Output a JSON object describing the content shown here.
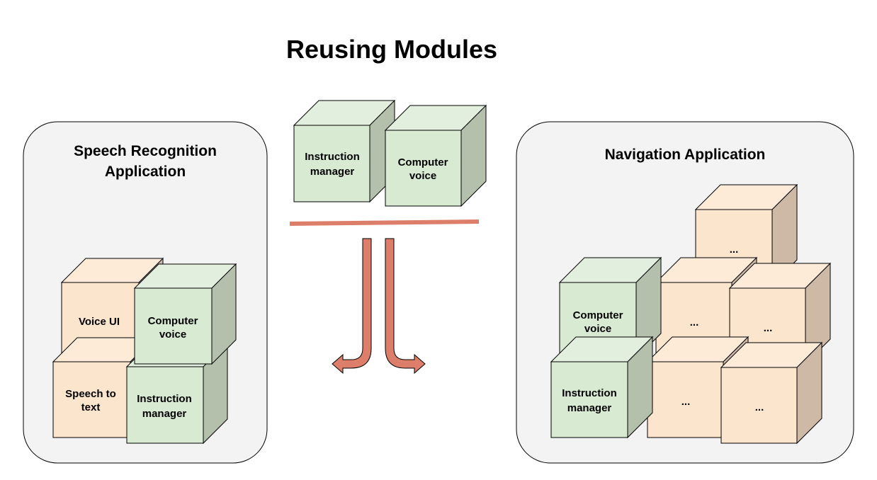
{
  "title": "Reusing Modules",
  "speech_app": {
    "title_line1": "Speech Recognition",
    "title_line2": "Application",
    "modules": {
      "voice_ui": "Voice UI",
      "computer_voice_1": "Computer",
      "computer_voice_2": "voice",
      "speech_to_text_1": "Speech to",
      "speech_to_text_2": "text",
      "instruction_manager_1": "Instruction",
      "instruction_manager_2": "manager"
    }
  },
  "shared_modules": {
    "instruction_manager_1": "Instruction",
    "instruction_manager_2": "manager",
    "computer_voice_1": "Computer",
    "computer_voice_2": "voice"
  },
  "navigation_app": {
    "title": "Navigation Application",
    "modules": {
      "computer_voice_1": "Computer",
      "computer_voice_2": "voice",
      "instruction_manager_1": "Instruction",
      "instruction_manager_2": "manager",
      "placeholder": "..."
    }
  },
  "colors": {
    "green_front": "#d9ead3",
    "green_top": "#e3efde",
    "green_side": "#b4c0ac",
    "orange_front": "#fce5cd",
    "orange_top": "#fdebd8",
    "orange_side": "#cdb9a5",
    "panel_fill": "#f3f3f3",
    "accent": "#dd7e6b"
  }
}
